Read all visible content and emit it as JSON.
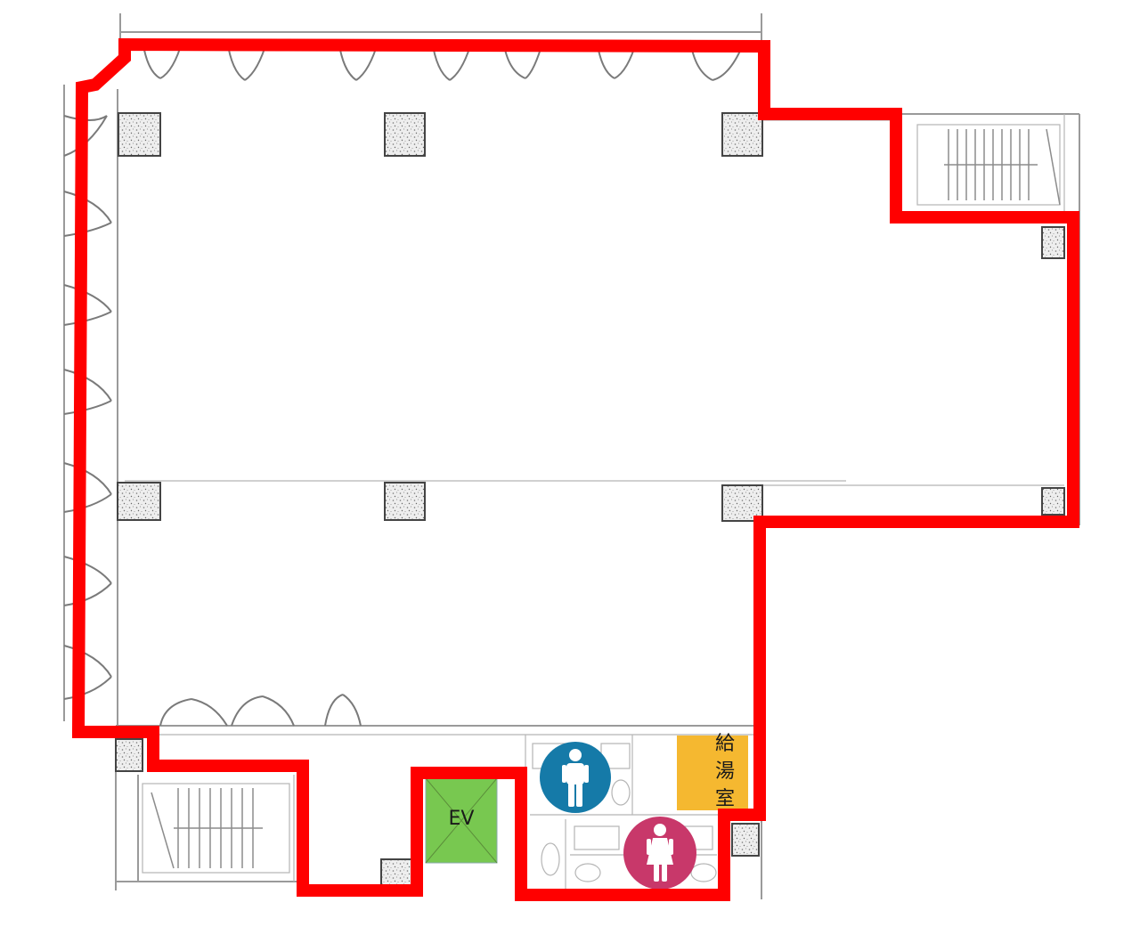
{
  "labels": {
    "elevator": "EV",
    "kitchenette_chars": [
      "給",
      "湯",
      "室"
    ]
  },
  "icons": {
    "mens_restroom": "male-restroom-icon",
    "womens_restroom": "female-restroom-icon"
  },
  "colors": {
    "tenant_outline": "#ff0000",
    "elevator_fill": "#78c850",
    "kitchenette_fill": "#f5b830",
    "mens_icon_bg": "#157aa8",
    "womens_icon_bg": "#c8386a",
    "wall": "#9a9a9a",
    "column": "#444444"
  }
}
